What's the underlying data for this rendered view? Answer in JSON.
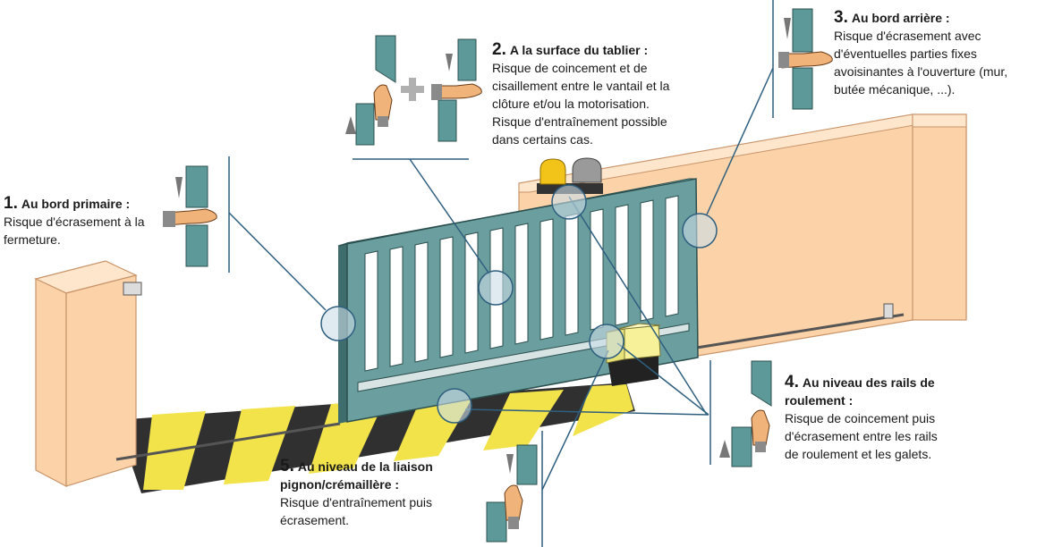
{
  "callouts": [
    {
      "id": "c1",
      "number": "1.",
      "title": "Au bord primaire :",
      "body": "Risque d'écrasement à la\nfermeture."
    },
    {
      "id": "c2",
      "number": "2.",
      "title": "A la surface du tablier :",
      "body": "Risque de coincement et de\ncisaillement entre le vantail et la\nclôture et/ou la motorisation.\nRisque d'entraînement possible\ndans certains cas."
    },
    {
      "id": "c3",
      "number": "3.",
      "title": "Au bord arrière :",
      "body": "Risque d'écrasement  avec\nd'éventuelles parties fixes\navoisinantes à l'ouverture (mur,\nbutée mécanique, ...)."
    },
    {
      "id": "c4",
      "number": "4.",
      "title": "Au niveau des rails de\nroulement :",
      "body": "Risque de coincement puis\nd'écrasement entre les rails\nde roulement et les galets."
    },
    {
      "id": "c5",
      "number": "5.",
      "title": "Au niveau de la liaison\npignon/crémaillère :",
      "body": "Risque d'entraînement puis\nécrasement."
    }
  ],
  "colors": {
    "gate": "#6b9e9e",
    "gate_dark": "#3f6d6d",
    "wall": "#fcd2a8",
    "wall_top": "#fde6cc",
    "wall_edge": "#c9946a",
    "stripe_yellow": "#f2e34a",
    "stripe_black": "#303030",
    "hazard_circle": "#c9dde8",
    "motor": "#f7f29a",
    "flash": "#f2c41a",
    "hand": "#f0b47a",
    "sleeve": "#8a8a8a",
    "leader": "#2f5f7f"
  }
}
